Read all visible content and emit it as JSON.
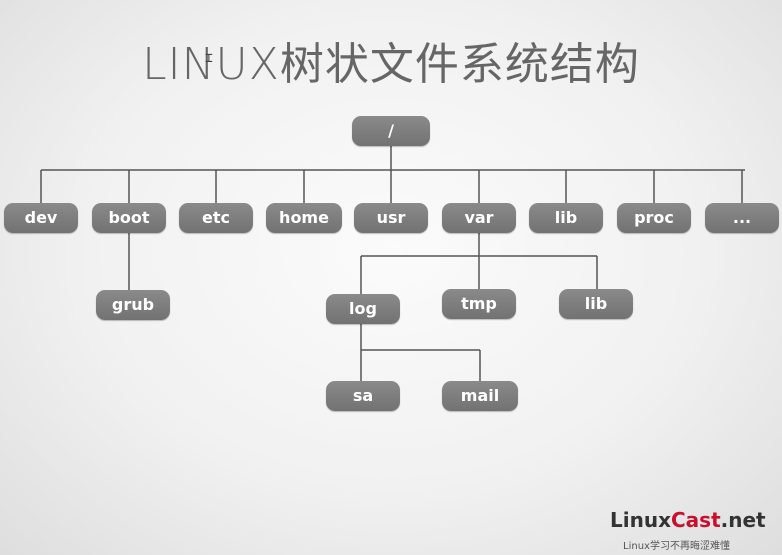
{
  "slide": {
    "title": "LINUX树状文件系统结构"
  },
  "tree": {
    "root": "/",
    "level1": [
      "dev",
      "boot",
      "etc",
      "home",
      "usr",
      "var",
      "lib",
      "proc",
      "..."
    ],
    "boot_children": [
      "grub"
    ],
    "var_children": [
      "log",
      "tmp",
      "lib"
    ],
    "log_children": [
      "sa",
      "mail"
    ]
  },
  "branding": {
    "site_prefix": "Linux",
    "site_accent": "Cast",
    "site_suffix": ".net",
    "tagline": "Linux学习不再晦涩难懂",
    "accent_color": "#c8102e"
  }
}
